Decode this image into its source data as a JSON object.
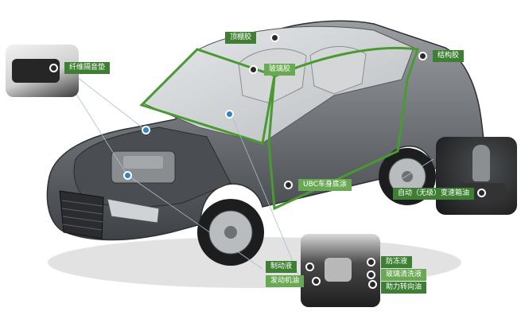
{
  "labels": {
    "fiber_mat": "纤维隔音垫",
    "top_adhesive": "顶棚胶",
    "glass_adhesive": "玻璃胶",
    "structural_adhesive": "结构胶",
    "ubc_coating": "UBC车身底涂",
    "transmission_oil": "自动（无级）变速箱油",
    "brake_fluid": "制动液",
    "engine_oil": "发动机油",
    "antifreeze": "防冻液",
    "washer_fluid": "玻璃清洗液",
    "power_steering_oil": "助力转向油"
  },
  "colors": {
    "label_dark": "#3f7f33",
    "label_light": "#6aa953",
    "outline_green": "#4a9a32",
    "dot_blue": "#2f86c8",
    "car_body": "#6f7378"
  }
}
